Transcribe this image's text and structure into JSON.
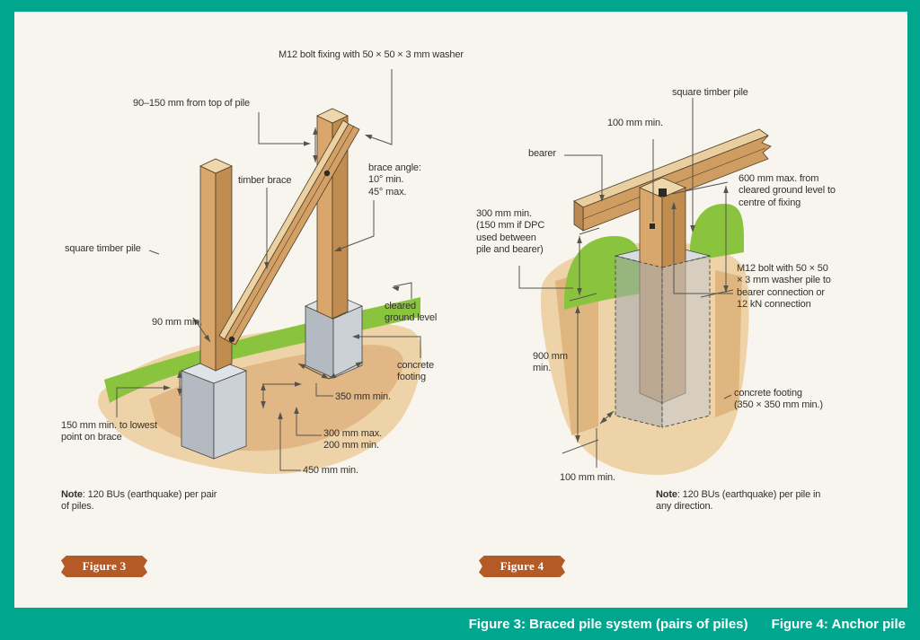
{
  "colors": {
    "frame_teal": "#00a78e",
    "panel_cream": "#f7f5ee",
    "ribbon_brown": "#b45a26",
    "timber_tan": "#d9a76b",
    "grass_green": "#8ac43e",
    "concrete_grey": "#c4cad1",
    "soil_tan": "#eed3a8",
    "caption_text_color": "#ffffff"
  },
  "figure3": {
    "labels": {
      "m12_bolt": "M12 bolt fixing with 50 × 50 × 3 mm washer",
      "top_offset": "90–150 mm from top of pile",
      "timber_brace": "timber brace",
      "brace_angle": "brace angle:\n10° min.\n45° max.",
      "square_timber_pile": "square timber pile",
      "min_90": "90 mm min.",
      "cleared_ground": "cleared\nground level",
      "concrete_footing": "concrete\nfooting",
      "min_350": "350 mm min.",
      "max_300": "300 mm max.\n200 mm min.",
      "min_450": "450 mm min.",
      "min_150_brace": "150 mm min. to lowest\npoint on brace",
      "note_label": "Note",
      "note_text": ": 120 BUs (earthquake) per pair\nof piles.",
      "ribbon": "Figure 3"
    }
  },
  "figure4": {
    "labels": {
      "square_timber_pile": "square timber pile",
      "min_100_top": "100 mm min.",
      "bearer": "bearer",
      "max_600": "600 mm max. from\ncleared ground level to\ncentre of fixing",
      "min_300_dpc": "300 mm min.\n(150 mm if DPC\nused between\npile and bearer)",
      "m12_bolt": "M12 bolt with 50 × 50\n× 3 mm washer pile to\nbearer connection or\n12 kN connection",
      "min_900": "900 mm\nmin.",
      "min_100_bottom": "100 mm min.",
      "concrete_footing": "concrete footing\n(350 × 350 mm min.)",
      "note_label": "Note",
      "note_text": ": 120 BUs (earthquake) per pile in\nany direction.",
      "ribbon": "Figure 4"
    }
  },
  "caption": {
    "fig3": "Figure 3: Braced pile system (pairs of piles)",
    "fig4": "Figure 4: Anchor pile"
  }
}
